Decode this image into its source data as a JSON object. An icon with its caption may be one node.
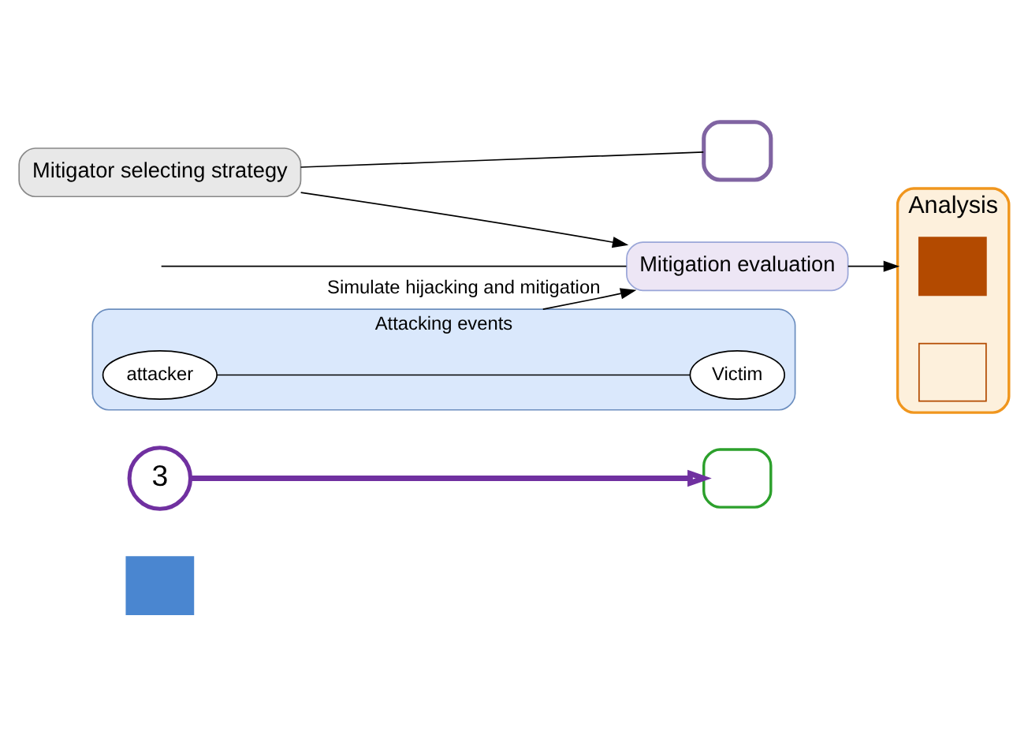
{
  "diagram": {
    "nodes": [
      {
        "text": [],
        "shape": "box"
      },
      {
        "text": [],
        "shape": "box"
      },
      {
        "text": [],
        "shape": "box"
      },
      {
        "text": [
          "Attacking events"
        ]
      },
      {
        "text": [
          "attacker"
        ],
        "in": 3
      },
      {
        "text": [
          "Victim"
        ],
        "in": 3
      },
      {
        "text": [
          "3"
        ]
      },
      {
        "text": [
          "Mitigation evaluation"
        ]
      },
      {
        "text": [
          "Analysis"
        ]
      },
      {
        "text": [],
        "shape": "box",
        "in": 8
      },
      {
        "text": [],
        "shape": "box",
        "in": 8
      },
      {
        "text": [
          "Mitigator selecting strategy"
        ]
      }
    ],
    "edges": [
      {
        "from": 4,
        "to": 5,
        "arrow": "none"
      },
      {
        "from": 3,
        "to": 7,
        "arrow": "to",
        "label": "Simulate hijacking and mitigation"
      },
      {
        "from": null,
        "to": 7,
        "arrow": "none"
      },
      {
        "from": 11,
        "to": 7,
        "arrow": "to"
      },
      {
        "from": 6,
        "to": 1,
        "arrow": "to",
        "style": "thick",
        "color": "#7030a0"
      },
      {
        "from": 7,
        "to": 8,
        "arrow": "to"
      },
      {
        "from": 11,
        "to": 2,
        "arrow": "none"
      }
    ]
  }
}
